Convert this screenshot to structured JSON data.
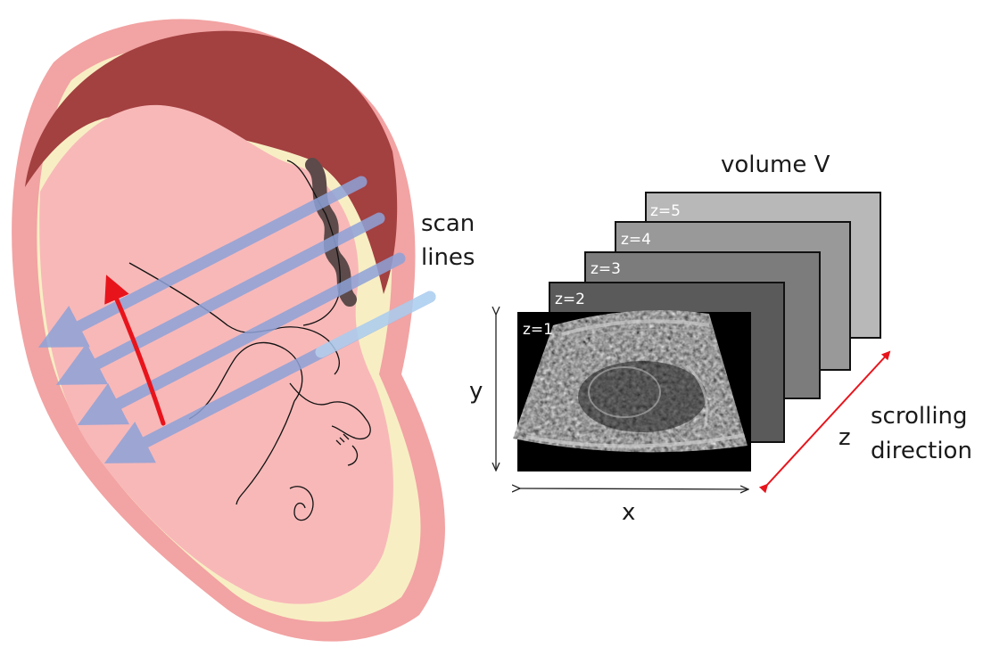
{
  "labels": {
    "scan_lines_line1": "scan",
    "scan_lines_line2": "lines",
    "volume": "volume V",
    "axis_x": "x",
    "axis_y": "y",
    "axis_z": "z",
    "scrolling_line1": "scrolling",
    "scrolling_line2": "direction"
  },
  "slices": [
    {
      "label": "z=1",
      "fill": "#000000"
    },
    {
      "label": "z=2",
      "fill": "#5a5a5a"
    },
    {
      "label": "z=3",
      "fill": "#7c7c7c"
    },
    {
      "label": "z=4",
      "fill": "#999999"
    },
    {
      "label": "z=5",
      "fill": "#b8b8b8"
    }
  ],
  "colors": {
    "uterus_outer": "#f2a3a3",
    "amniotic": "#f8eec4",
    "fetus": "#f8b8b8",
    "placenta": "#a34040",
    "cord": "#5d4a4a",
    "scan_line": "#8ea2d8",
    "scan_line_light": "#a9cdf0",
    "red_arrow": "#e8141c"
  }
}
